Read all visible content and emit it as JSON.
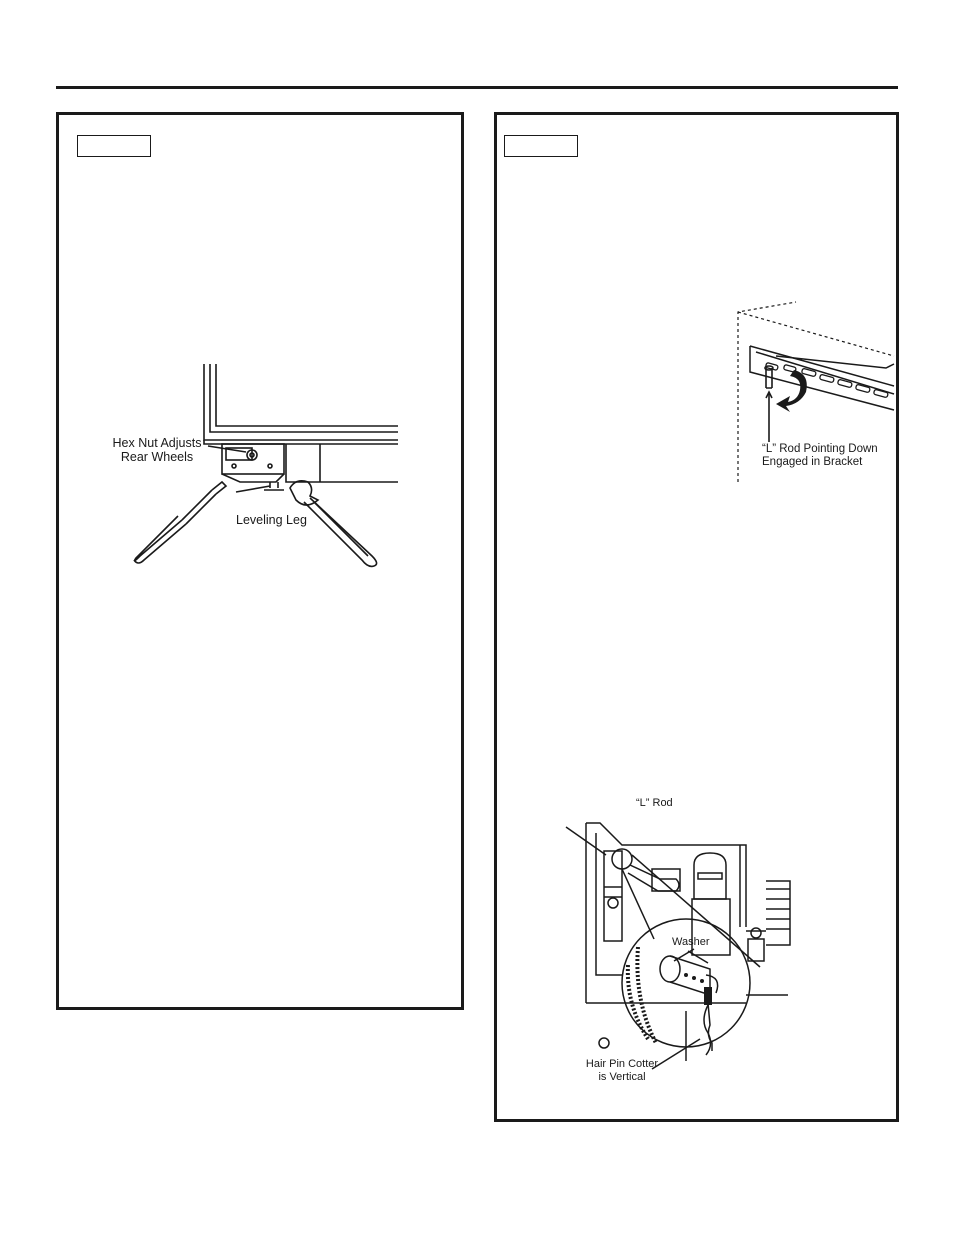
{
  "figure_left": {
    "hex_nut_line1": "Hex Nut Adjusts",
    "hex_nut_line2": "Rear Wheels",
    "leveling_leg": "Leveling Leg"
  },
  "figure_right_top": {
    "l_rod_line1": "“L” Rod Pointing Down",
    "l_rod_line2": "Engaged in Bracket"
  },
  "figure_right_bottom": {
    "l_rod": "“L” Rod",
    "washer": "Washer",
    "hair_pin_line1": "Hair Pin Cotter",
    "hair_pin_line2": "is Vertical"
  }
}
